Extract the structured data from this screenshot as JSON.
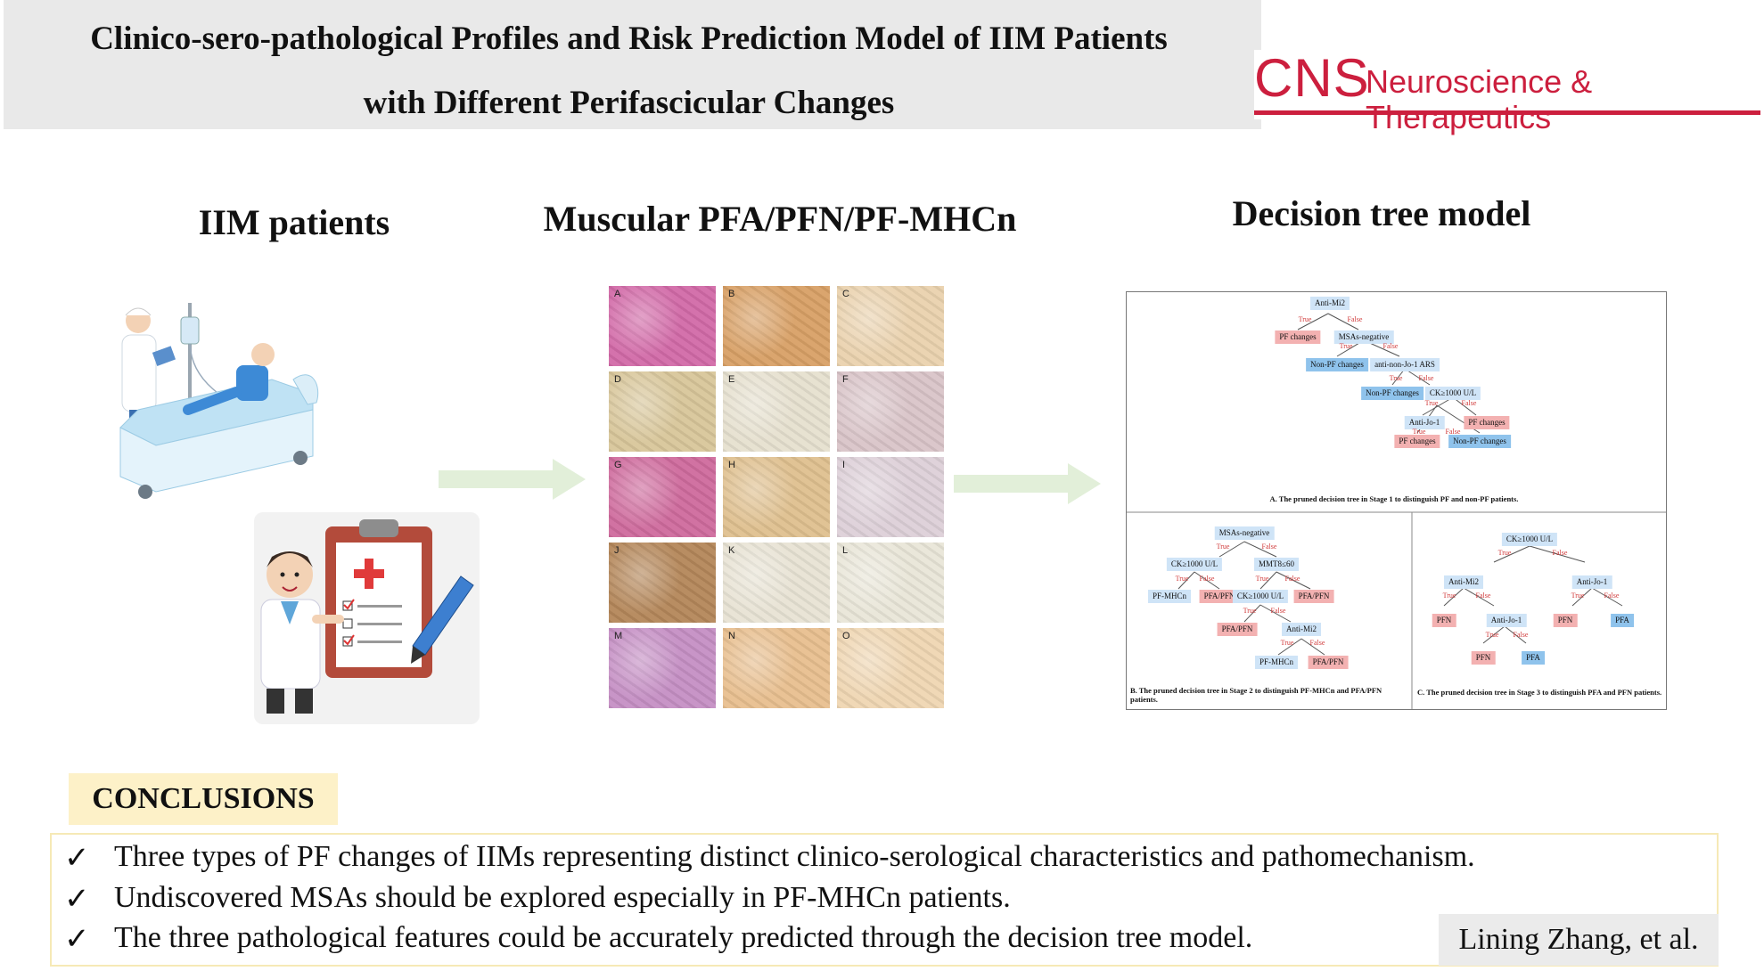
{
  "header": {
    "title_line1": "Clinico-sero-pathological Profiles and Risk Prediction Model of IIM Patients",
    "title_line2": "with Different Perifascicular Changes",
    "logo_cns": "CNS",
    "logo_text": "Neuroscience & Therapeutics"
  },
  "sections": {
    "patients": "IIM patients",
    "muscular": "Muscular PFA/PFN/PF-MHCn",
    "tree": "Decision tree model"
  },
  "histology": {
    "tiles": [
      {
        "label": "A",
        "color": "#d26aa8"
      },
      {
        "label": "B",
        "color": "#d8a066"
      },
      {
        "label": "C",
        "color": "#ead2ae"
      },
      {
        "label": "D",
        "color": "#d8c69a"
      },
      {
        "label": "E",
        "color": "#e6e0cf"
      },
      {
        "label": "F",
        "color": "#d9c4c8"
      },
      {
        "label": "G",
        "color": "#cf6b9d"
      },
      {
        "label": "H",
        "color": "#dfc08f"
      },
      {
        "label": "I",
        "color": "#ddd0d8"
      },
      {
        "label": "J",
        "color": "#b4875a"
      },
      {
        "label": "K",
        "color": "#e8e3d4"
      },
      {
        "label": "L",
        "color": "#e9e6d8"
      },
      {
        "label": "M",
        "color": "#c58fc4"
      },
      {
        "label": "N",
        "color": "#e8bf8f"
      },
      {
        "label": "O",
        "color": "#efd6b2"
      }
    ]
  },
  "tree_a": {
    "nodes": {
      "root": "Anti-Mi2",
      "pf1": "PF changes",
      "msa": "MSAs-negative",
      "nonpf1": "Non-PF changes",
      "ars": "anti-non-Jo-1 ARS",
      "nonpf2": "Non-PF changes",
      "ck": "CK≥1000 U/L",
      "jo1": "Anti-Jo-1",
      "pf2": "PF changes",
      "pf3": "PF changes",
      "nonpf3": "Non-PF changes"
    },
    "true_label": "True",
    "false_label": "False",
    "caption": "A.  The pruned decision tree in Stage 1 to distinguish PF and non-PF patients."
  },
  "tree_b": {
    "nodes": {
      "root": "MSAs-negative",
      "ck1": "CK≥1000 U/L",
      "mmt": "MMT8≤60",
      "pfm1": "PF-MHCn",
      "pfa1": "PFA/PFN",
      "ck2": "CK≥1000 U/L",
      "pfa2": "PFA/PFN",
      "pfa3": "PFA/PFN",
      "mi2": "Anti-Mi2",
      "pfm2": "PF-MHCn",
      "pfa4": "PFA/PFN"
    },
    "true_label": "True",
    "false_label": "False",
    "caption": "B. The pruned decision tree in Stage 2 to distinguish PF-MHCn and PFA/PFN patients."
  },
  "tree_c": {
    "nodes": {
      "root": "CK≥1000 U/L",
      "mi2": "Anti-Mi2",
      "jo1r": "Anti-Jo-1",
      "pfn1": "PFN",
      "jo1l": "Anti-Jo-1",
      "pfn2": "PFN",
      "pfa1": "PFA",
      "pfn3": "PFN",
      "pfa2": "PFA"
    },
    "true_label": "True",
    "false_label": "False",
    "caption": "C. The pruned decision tree in Stage 3 to distinguish PFA and PFN patients."
  },
  "conclusions": {
    "label": "CONCLUSIONS",
    "check": "✓",
    "items": [
      "Three types of PF changes of IIMs representing distinct clinico-serological characteristics and pathomechanism.",
      "Undiscovered MSAs should be explored especially in PF-MHCn patients.",
      "The three pathological features could be accurately predicted through the decision tree model."
    ],
    "author": "Lining Zhang, et al."
  },
  "colors": {
    "brand": "#cc1f3e",
    "arrow": "#e2efd9",
    "question": "#cfe4f7",
    "positive": "#f3b1b1",
    "negative": "#8fc3ec",
    "edge_label": "#d03a3a",
    "conclusion_label": "#fdf1c8"
  }
}
